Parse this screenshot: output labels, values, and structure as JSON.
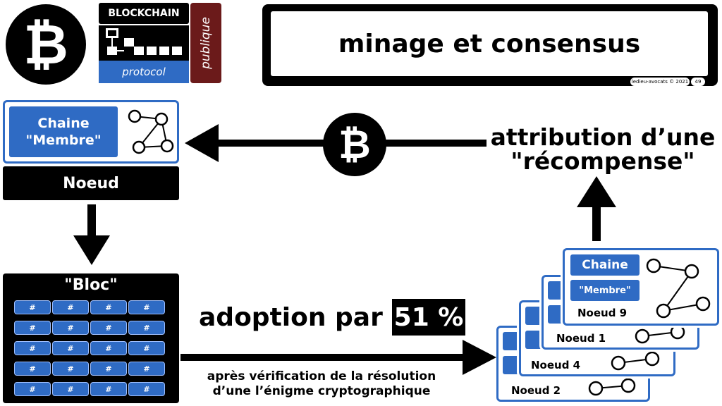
{
  "header": {
    "logo_symbol": "₿",
    "blockchain_label": "BLOCKCHAIN",
    "protocol_label": "protocol",
    "publique_label": "publique",
    "title": "minage et consensus",
    "credit": "ledieu-avocats © 2021",
    "page_number": "49"
  },
  "left": {
    "chain_label": "Chaine\n\"Membre\"",
    "node_label": "Noeud",
    "bloc_label": "\"Bloc\"",
    "hash_symbol": "#"
  },
  "flow": {
    "reward_symbol": "₿",
    "reward_text_line1": "attribution d’une",
    "reward_text_line2": "\"récompense\"",
    "adoption_text": "adoption par",
    "adoption_percent": "51 %",
    "verification_line1": "après vérification de la résolution",
    "verification_line2": "d’une l’énigme cryptographique"
  },
  "nodes_stack": {
    "front_chain": "Chaine",
    "front_member": "\"Membre\"",
    "labels": [
      "Noeud 9",
      "Noeud 1",
      "Noeud 4",
      "Noeud 2"
    ]
  },
  "colors": {
    "accent_blue": "#2f6bc4",
    "dark_red": "#6b1a1a",
    "black": "#000000"
  }
}
